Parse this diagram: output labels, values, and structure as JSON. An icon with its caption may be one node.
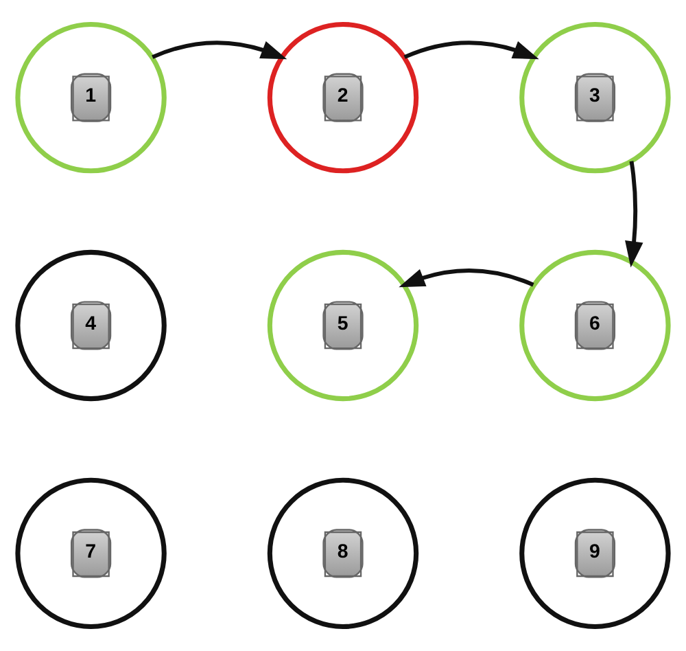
{
  "diagram": {
    "nodes": [
      {
        "text": [
          "1"
        ]
      },
      {
        "text": [
          "2"
        ]
      },
      {
        "text": [
          "3"
        ]
      },
      {
        "text": [
          "4"
        ]
      },
      {
        "text": [
          "5"
        ]
      },
      {
        "text": [
          "6"
        ]
      },
      {
        "text": [
          "7"
        ]
      },
      {
        "text": [
          "8"
        ]
      },
      {
        "text": [
          "9"
        ]
      }
    ],
    "edges": [
      {
        "from": 0,
        "to": 1,
        "arrow": "to"
      },
      {
        "from": 1,
        "to": 2,
        "arrow": "to"
      },
      {
        "from": 2,
        "to": 5,
        "arrow": "to"
      },
      {
        "from": 5,
        "to": 4,
        "arrow": "to"
      }
    ]
  }
}
